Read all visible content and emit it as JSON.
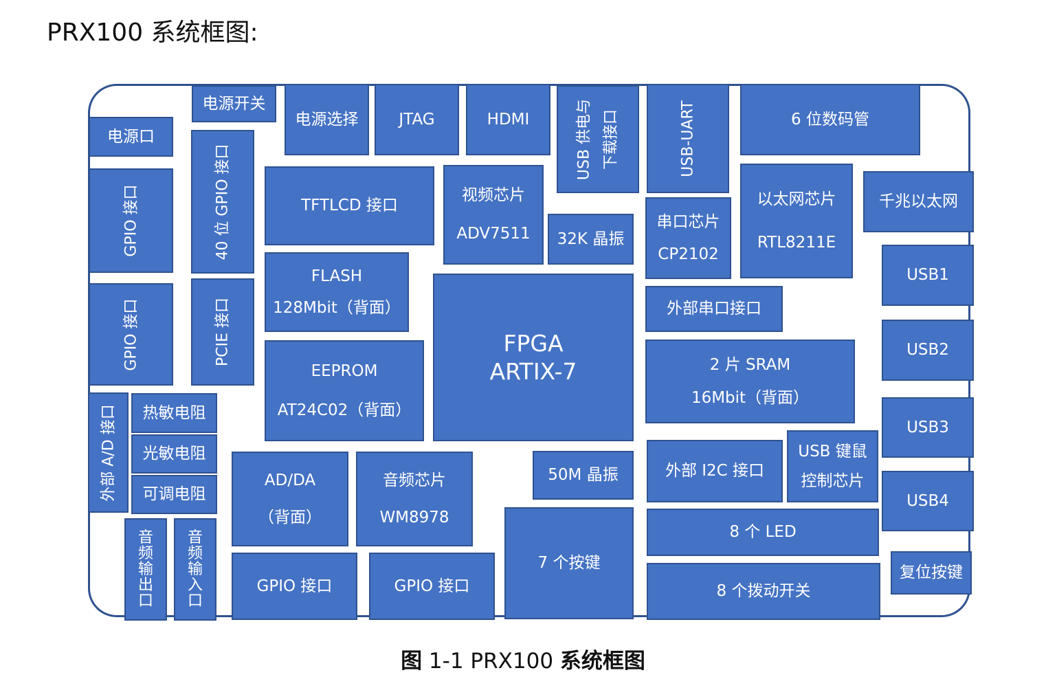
{
  "heading": "PRX100 系统框图:",
  "caption": {
    "fig": "图",
    "num": "1-1 PRX100",
    "title": "系统框图"
  },
  "blocks": {
    "power_switch": "电源开关",
    "power_select": "电源选择",
    "jtag": "JTAG",
    "hdmi": "HDMI",
    "usb_power_line1": "USB 供电与",
    "usb_power_line2": "下载接口",
    "usb_uart": "USB-UART",
    "seg6": "6 位数码管",
    "power_port": "电源口",
    "gpio_left1": "GPIO 接口",
    "gpio40": "40 位 GPIO 接口",
    "tftlcd": "TFTLCD 接口",
    "video_line1": "视频芯片",
    "video_line2": "ADV7511",
    "osc32k": "32K 晶振",
    "uart_chip_line1": "串口芯片",
    "uart_chip_line2": "CP2102",
    "eth_chip_line1": "以太网芯片",
    "eth_chip_line2": "RTL8211E",
    "gige": "千兆以太网",
    "gpio_left2": "GPIO 接口",
    "pcie": "PCIE 接口",
    "flash_line1": "FLASH",
    "flash_line2": "128Mbit（背面）",
    "fpga_line1": "FPGA",
    "fpga_line2": "ARTIX-7",
    "ext_uart": "外部串口接口",
    "usb1": "USB1",
    "usb2": "USB2",
    "usb3": "USB3",
    "usb4": "USB4",
    "eeprom_line1": "EEPROM",
    "eeprom_line2": "AT24C02（背面）",
    "sram_line1": "2 片 SRAM",
    "sram_line2": "16Mbit（背面）",
    "ext_ad": "外部 A/D 接口",
    "thermistor": "热敏电阻",
    "photoresistor": "光敏电阻",
    "potentiometer": "可调电阻",
    "adda_line1": "AD/DA",
    "adda_line2": "（背面）",
    "audio_line1": "音频芯片",
    "audio_line2": "WM8978",
    "osc50m": "50M 晶振",
    "ext_i2c": "外部 I2C 接口",
    "usb_kbd_line1": "USB 键鼠",
    "usb_kbd_line2": "控制芯片",
    "audio_out": [
      "音",
      "频",
      "输",
      "出",
      "口"
    ],
    "audio_in": [
      "音",
      "频",
      "输",
      "入",
      "口"
    ],
    "keys7": "7 个按键",
    "led8": "8 个 LED",
    "gpio_bottom1": "GPIO 接口",
    "gpio_bottom2": "GPIO 接口",
    "switch8": "8 个拨动开关",
    "reset": "复位按键"
  }
}
